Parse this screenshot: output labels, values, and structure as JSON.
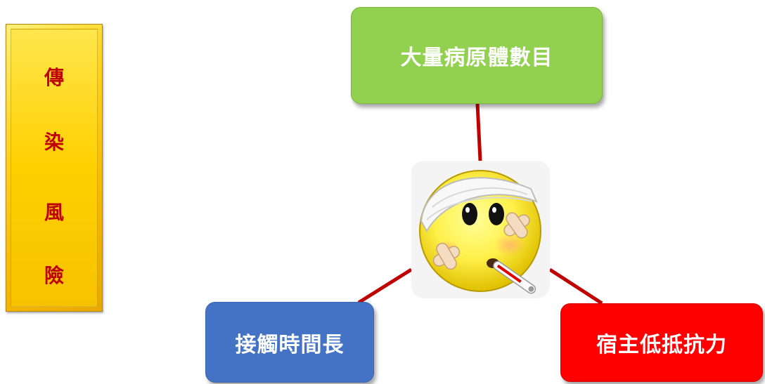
{
  "banner": {
    "chars": [
      "傳",
      "染",
      "風",
      "險"
    ]
  },
  "nodes": {
    "top": {
      "label": "大量病原體數目",
      "color": "#92d050"
    },
    "left": {
      "label": "接觸時間長",
      "color": "#4472c4"
    },
    "right": {
      "label": "宿主低抵抗力",
      "color": "#ff0000"
    }
  },
  "center": {
    "icon": "sick-face-icon"
  },
  "colors": {
    "connector": "#c00000",
    "banner_text": "#c00000"
  }
}
